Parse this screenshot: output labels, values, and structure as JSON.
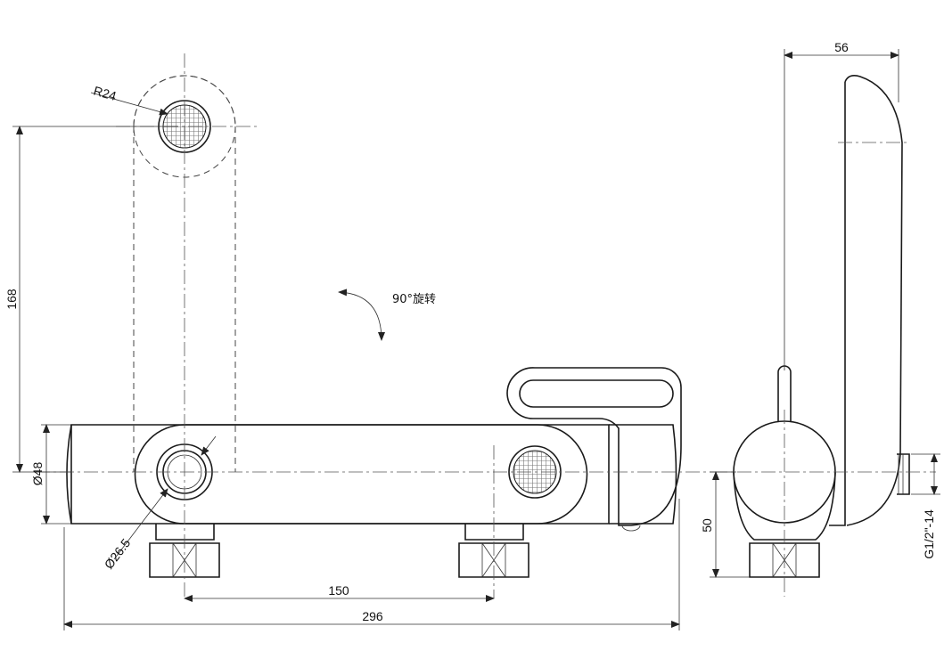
{
  "dimensions": {
    "radius": "R24",
    "height_168": "168",
    "dia_48": "Ø48",
    "dia_26_5": "Ø26.5",
    "spacing_150": "150",
    "length_296": "296",
    "depth_56": "56",
    "height_50": "50",
    "thread": "G1/2\"-14"
  },
  "annotation": {
    "rotation": "90°旋转"
  }
}
